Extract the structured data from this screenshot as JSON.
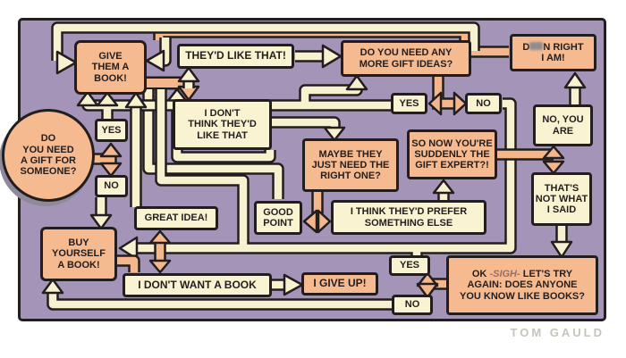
{
  "comic": {
    "signature": "TOM GAULD",
    "nodes": {
      "start": {
        "label": "DO\nYOU NEED\nA GIFT FOR\nSOMEONE?"
      },
      "give": {
        "label": "GIVE\nTHEM A\nBOOK!"
      },
      "theyd_like": {
        "label": "THEY'D LIKE THAT!"
      },
      "dont_think": {
        "label": "I DON'T\nTHINK THEY'D\nLIKE THAT"
      },
      "more_ideas": {
        "label": "DO YOU NEED ANY\nMORE GIFT IDEAS?"
      },
      "damn_right": {
        "prefix": "D",
        "censored": "[censored]",
        "suffix": "N RIGHT",
        "line2": "I AM!"
      },
      "yes_left": {
        "label": "YES"
      },
      "no_left": {
        "label": "NO"
      },
      "yes_mid": {
        "label": "YES"
      },
      "no_mid": {
        "label": "NO"
      },
      "no_you_are": {
        "label": "NO, YOU\nARE"
      },
      "so_now": {
        "label": "SO NOW YOU'RE\nSUDDENLY THE\nGIFT EXPERT?!"
      },
      "maybe": {
        "label": "MAYBE THEY\nJUST NEED THE\nRIGHT ONE?"
      },
      "thats_not": {
        "label": "THAT'S\nNOT WHAT\nI SAID"
      },
      "great_idea": {
        "label": "GREAT IDEA!"
      },
      "good_point": {
        "label": "GOOD\nPOINT"
      },
      "prefer_else": {
        "label": "I THINK THEY'D PREFER\nSOMETHING ELSE"
      },
      "buy_yourself": {
        "label": "BUY\nYOURSELF\nA BOOK!"
      },
      "dont_want": {
        "label": "I DON'T WANT A BOOK"
      },
      "give_up": {
        "label": "I GIVE UP!"
      },
      "yes_bottom": {
        "label": "YES"
      },
      "no_bottom": {
        "label": "NO"
      },
      "ok_sigh": {
        "prefix": "OK ",
        "sigh": "-SIGH-",
        "rest": " LET'S TRY\nAGAIN: DOES ANYONE\nYOU KNOW LIKE BOOKS?"
      }
    },
    "palette": {
      "background": "#ffffff",
      "panel_purple": "#a394b8",
      "box_cream": "#faf3d2",
      "box_orange": "#f6ba90",
      "pipe_cream": "#f8f1d0",
      "pipe_orange": "#f4b78c",
      "outline_black": "#221e1f",
      "sigh_red": "#9c6f63",
      "signature_gray": "#c7c3bd",
      "censor_gray": "#8f8d8f"
    }
  }
}
